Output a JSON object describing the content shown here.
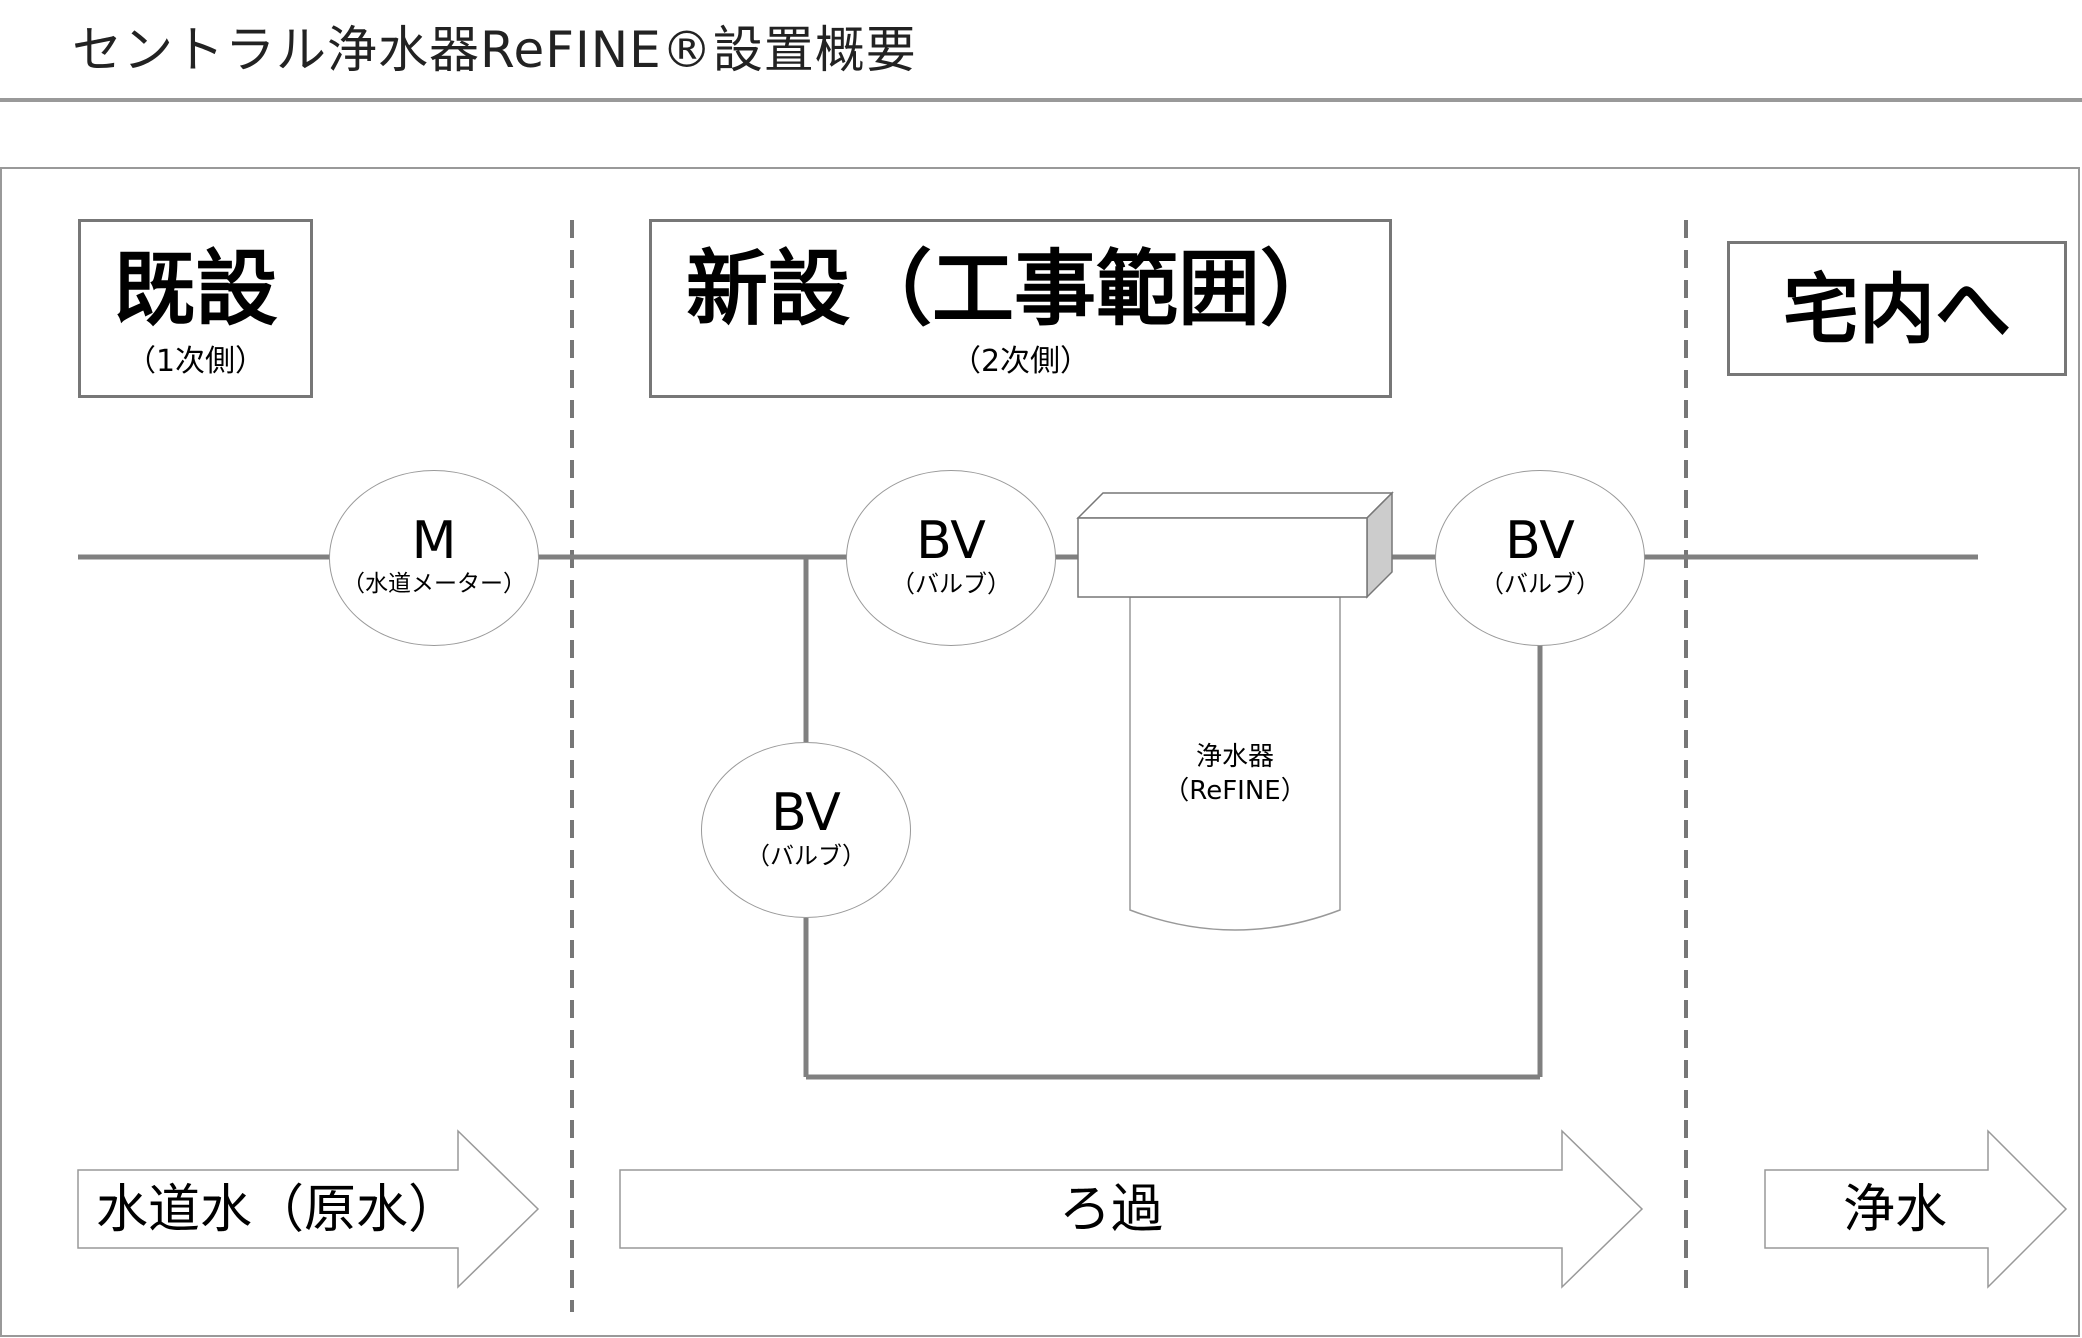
{
  "title": "セントラル浄水器ReFINE®設置概要",
  "sections": {
    "existing": {
      "main": "既設",
      "sub": "（1次側）"
    },
    "new": {
      "main": "新設（工事範囲）",
      "sub": "（2次側）"
    },
    "indoor": {
      "main": "宅内へ"
    }
  },
  "nodes": {
    "meter": {
      "label": "M",
      "sub": "（水道メーター）"
    },
    "bv_inlet": {
      "label": "BV",
      "sub": "（バルブ）"
    },
    "bv_bypass": {
      "label": "BV",
      "sub": "（バルブ）"
    },
    "bv_outlet": {
      "label": "BV",
      "sub": "（バルブ）"
    }
  },
  "purifier": {
    "line1": "浄水器",
    "line2": "（ReFINE）"
  },
  "flow_arrows": {
    "raw": "水道水（原水）",
    "filter": "ろ過",
    "clean": "浄水"
  },
  "colors": {
    "line": "#808080",
    "frame": "#999999",
    "box_border": "#777777",
    "tank_side": "#cccccc"
  }
}
